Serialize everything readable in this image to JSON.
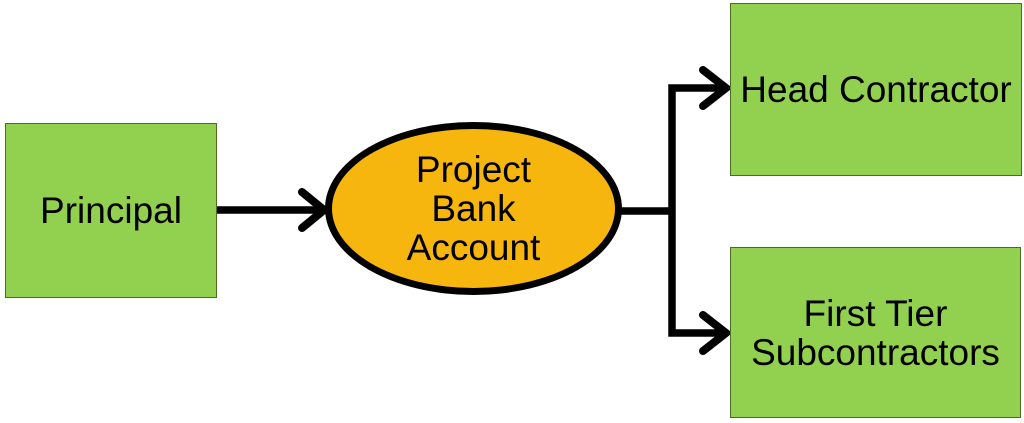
{
  "diagram": {
    "type": "flow-diagram",
    "background": "#FFFFFF",
    "nodes": {
      "principal": {
        "label": "Principal",
        "shape": "rectangle",
        "fill": "#92D050",
        "border": "#4E6B21"
      },
      "project_bank_account": {
        "label": "Project Bank Account",
        "line1": "Project",
        "line2": "Bank",
        "line3": "Account",
        "shape": "ellipse",
        "fill": "#F6B60D",
        "border": "#000000"
      },
      "head_contractor": {
        "label": "Head Contractor",
        "shape": "rectangle",
        "fill": "#92D050",
        "border": "#4E6B21"
      },
      "first_tier_subcontractors": {
        "label": "First Tier Subcontractors",
        "line1": "First Tier",
        "line2": "Subcontractors",
        "shape": "rectangle",
        "fill": "#92D050",
        "border": "#4E6B21"
      }
    },
    "edges": [
      {
        "from": "principal",
        "to": "project_bank_account",
        "color": "#000000"
      },
      {
        "from": "project_bank_account",
        "to": "head_contractor",
        "color": "#000000"
      },
      {
        "from": "project_bank_account",
        "to": "first_tier_subcontractors",
        "color": "#000000"
      }
    ]
  }
}
